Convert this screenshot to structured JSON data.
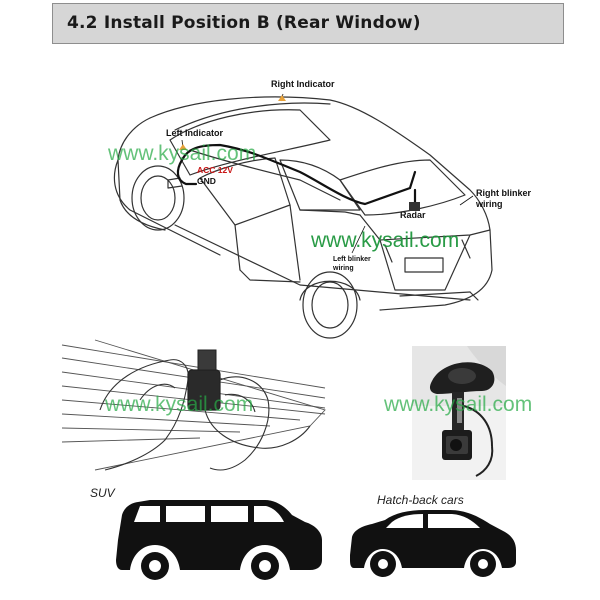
{
  "header": {
    "title": "4.2 Install Position B (Rear Window)"
  },
  "labels": {
    "right_indicator": "Right Indicator",
    "left_indicator": "Left Indicator",
    "acc": "ACC 12V",
    "gnd": "GND",
    "radar": "Radar",
    "right_blinker_wiring_1": "Right blinker",
    "right_blinker_wiring_2": "wiring",
    "left_blinker_wiring_1": "Left blinker",
    "left_blinker_wiring_2": "wiring",
    "suv": "SUV",
    "hatchback": "Hatch-back cars"
  },
  "watermarks": {
    "w1": "www.kysail.com",
    "w2": "www.kysail.com",
    "w3": "www.kysail.com",
    "w4": "www.kysail.com"
  },
  "colors": {
    "header_bg": "#d6d6d6",
    "acc_label": "#c81414",
    "watermark": "#28aa46",
    "indicator": "#e8a23a"
  },
  "icons": {
    "car_diagram": "car-line-drawing",
    "window_install": "window-mount-illustration",
    "camera_photo": "suction-mount-camera-photo",
    "suv": "suv-silhouette-icon",
    "hatchback": "hatchback-silhouette-icon"
  }
}
